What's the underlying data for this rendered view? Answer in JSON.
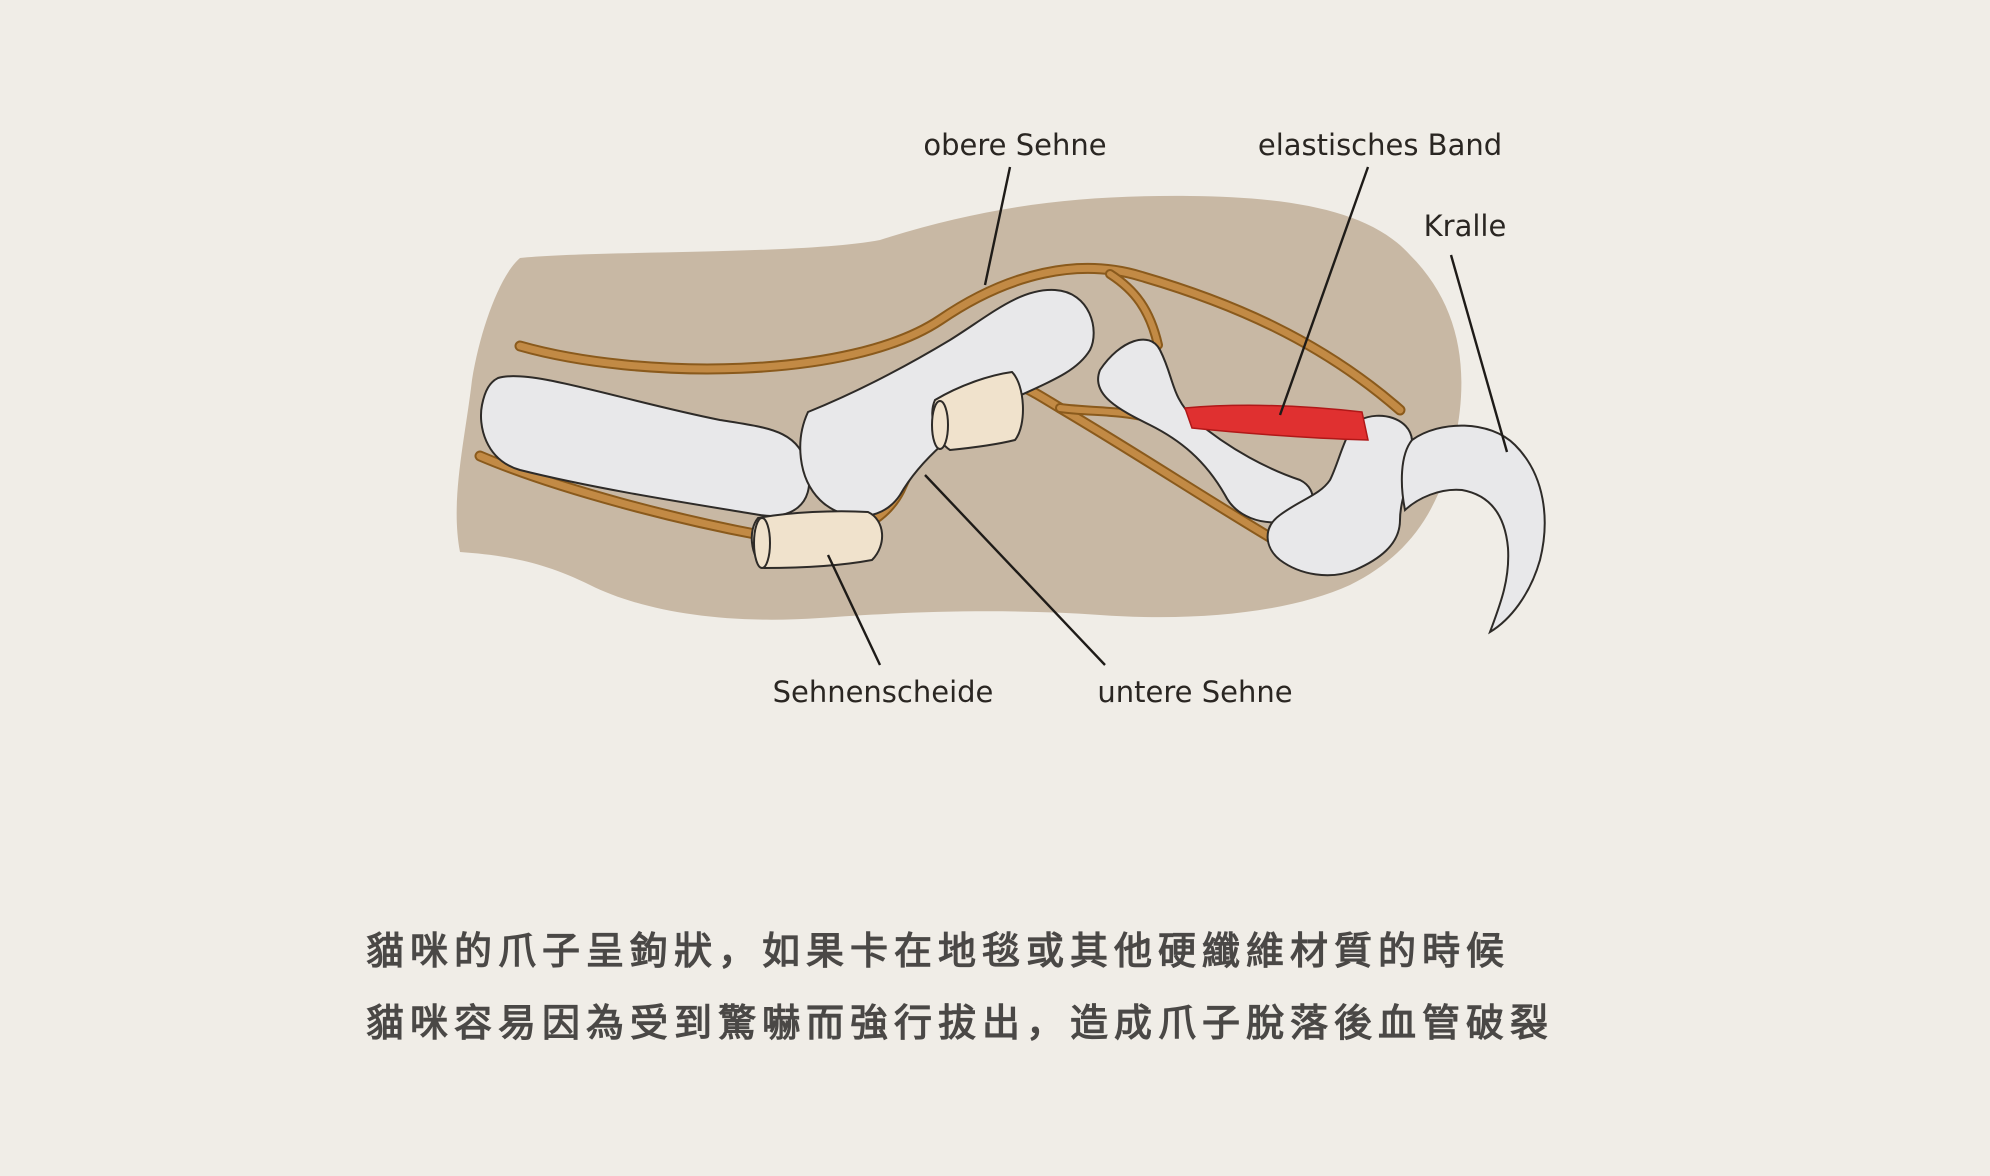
{
  "labels": {
    "obere_sehne": "obere Sehne",
    "elastisches_band": "elastisches Band",
    "kralle": "Kralle",
    "sehnenscheide": "Sehnenscheide",
    "untere_sehne": "untere Sehne"
  },
  "caption": {
    "line1": "貓咪的爪子呈鉤狀，如果卡在地毯或其他硬纖維材質的時候",
    "line2": "貓咪容易因為受到驚嚇而強行拔出，造成爪子脫落後血管破裂"
  },
  "colors": {
    "background": "#f0ede7",
    "paw": "#c8b8a4",
    "bone": "#e8e8ea",
    "tendon": "#c28a45",
    "sheath": "#f0e2cc",
    "elastic_band": "#e03030"
  }
}
